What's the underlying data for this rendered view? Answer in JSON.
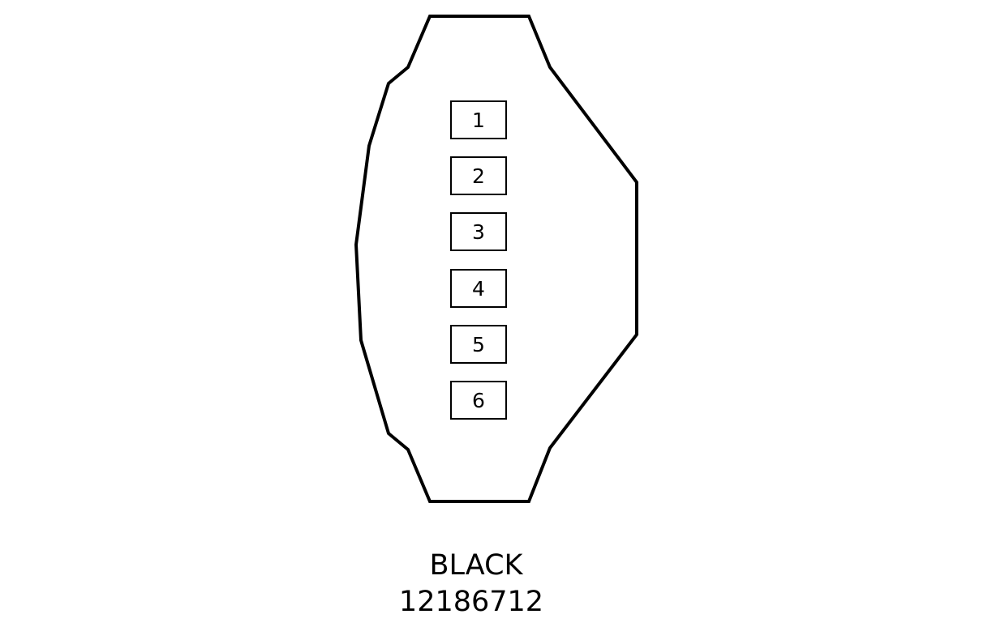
{
  "connector": {
    "color_name": "BLACK",
    "part_number": "12186712",
    "outline_color": "#000000",
    "background": "#ffffff",
    "pins": [
      {
        "label": "1"
      },
      {
        "label": "2"
      },
      {
        "label": "3"
      },
      {
        "label": "4"
      },
      {
        "label": "5"
      },
      {
        "label": "6"
      }
    ]
  }
}
